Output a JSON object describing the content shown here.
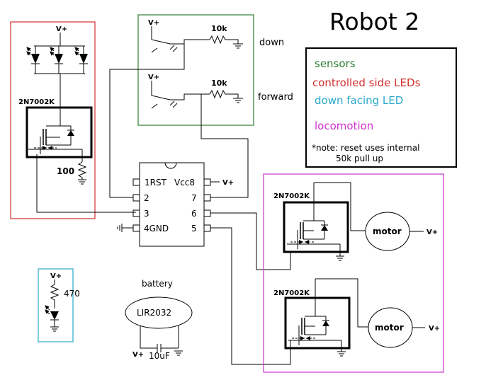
{
  "title": "Robot 2",
  "legend": {
    "sensors": "sensors",
    "controlled": "controlled side LEDs",
    "down_led": "down facing LED",
    "locomotion": "locomotion",
    "note_line1": "*note: reset uses internal",
    "note_line2": "50k pull up"
  },
  "colors": {
    "sensors": "#2e7d32",
    "controlled": "#d32f2f",
    "down_led": "#29a9c9",
    "locomotion": "#cc33cc",
    "wire": "#000000"
  },
  "sensor_block": {
    "vplus_1": "V+",
    "res_1": "10k",
    "label_1": "down",
    "vplus_2": "V+",
    "res_2": "10k",
    "label_2": "forward"
  },
  "led_block": {
    "vplus": "V+",
    "mosfet": "2N7002K",
    "resistor": "100"
  },
  "chip": {
    "pin1": "1RST",
    "pin2": "2",
    "pin3": "3",
    "pin4": "4GND",
    "pin5": "5",
    "pin6": "6",
    "pin7": "7",
    "pin8": "Vcc8",
    "vplus": "V+"
  },
  "motor_block": {
    "mosfet_1": "2N7002K",
    "motor_1": "motor",
    "vplus_1": "V+",
    "mosfet_2": "2N7002K",
    "motor_2": "motor",
    "vplus_2": "V+"
  },
  "down_led_block": {
    "vplus": "V+",
    "resistor": "470"
  },
  "battery": {
    "title": "battery",
    "cell": "LIR2032",
    "vplus": "V+",
    "cap": "10uF"
  }
}
